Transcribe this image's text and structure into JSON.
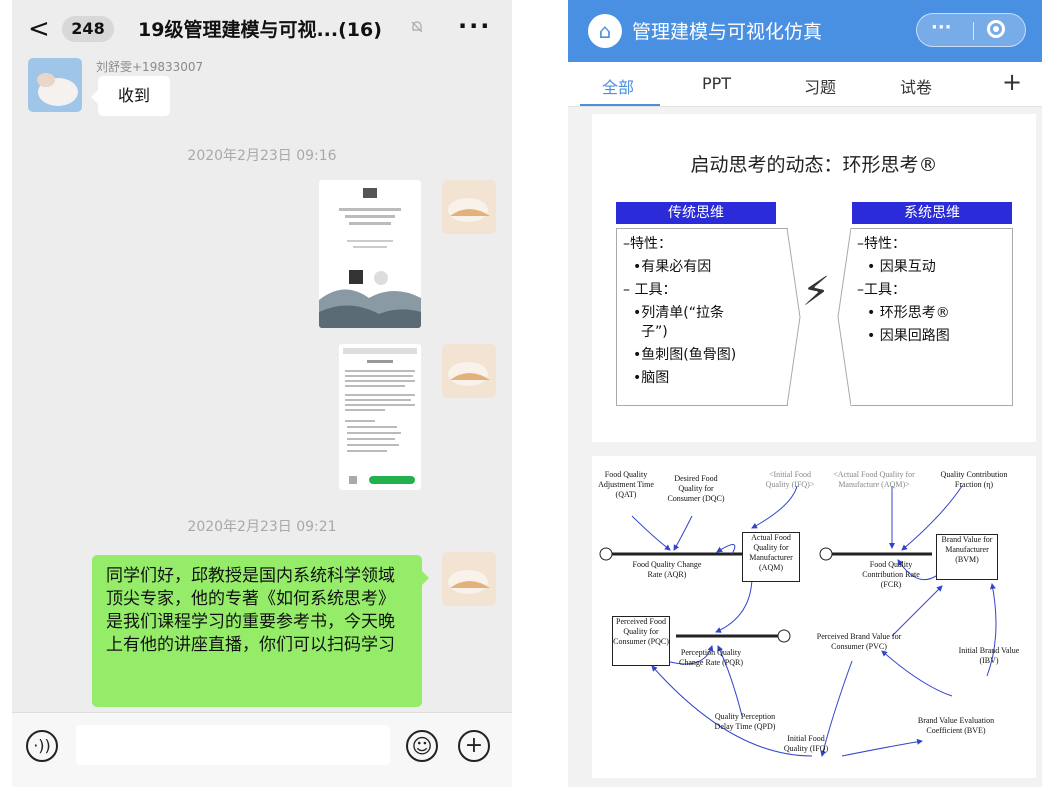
{
  "chat": {
    "header": {
      "back": "<",
      "unread_count": "248",
      "title": "19级管理建模与可视...(16)",
      "more": "···"
    },
    "messages": {
      "sender_name": "刘舒雯+19833007",
      "reply_text": "收到",
      "time1": "2020年2月23日 09:16",
      "time2": "2020年2月23日 09:21",
      "announcement": "同学们好，邱教授是国内系统科学领域顶尖专家，他的专著《如何系统思考》是我们课程学习的重要参考书，今天晚上有他的讲座直播，你们可以扫码学习"
    },
    "input": {
      "voice": "·))",
      "emoji": "☺",
      "plus": "+"
    }
  },
  "mini": {
    "title": "管理建模与可视化仿真",
    "home_icon": "⌂",
    "capsule_dots": "···",
    "tabs": [
      "全部",
      "PPT",
      "习题",
      "试卷",
      "+"
    ],
    "slide1": {
      "title": "启动思考的动态：环形思考®",
      "left_head": "传统思维",
      "left_lines": [
        "–特性：",
        "  •有果必有因",
        "– 工具：",
        "  •列清单(“拉条",
        "    子”)",
        "  •鱼刺图(鱼骨图)",
        "  •脑图"
      ],
      "right_head": "系统思维",
      "right_lines": [
        "–特性：",
        "  • 因果互动",
        "–工具：",
        "  • 环形思考®",
        "  • 因果回路图"
      ],
      "bolt": "⚡"
    },
    "slide2": {
      "labels": {
        "qat": "Food Quality Adjustment Time (QAT)",
        "dqc": "Desired Food Quality for Consumer (DQC)",
        "ifq_init": "<Initial Food Quality (IFQ)>",
        "aqm_ref": "<Actual Food Quality for Manufacture (AQM)>",
        "qcf": "Quality Contribution Fraction (η)",
        "aqm": "Actual Food Quality for Manufacturer (AQM)",
        "aqr": "Food Quality Change Rate (AQR)",
        "bvm": "Brand Value for Manufacturer (BVM)",
        "fcr": "Food Quality Contribution Rate (FCR)",
        "pqc": "Perceived Food Quality for Consumer (PQC)",
        "pqr": "Perception Quality Change Rate (PQR)",
        "pvc": "Perceived Brand Value for Consumer (PVC)",
        "ibv": "Initial Brand Value (IBV)",
        "qpd": "Quality Perception Delay Time (QPD)",
        "ifq": "Initial Food Quality (IFQ)",
        "bve": "Brand Value Evaluation Coefficient (BVE)"
      }
    }
  }
}
